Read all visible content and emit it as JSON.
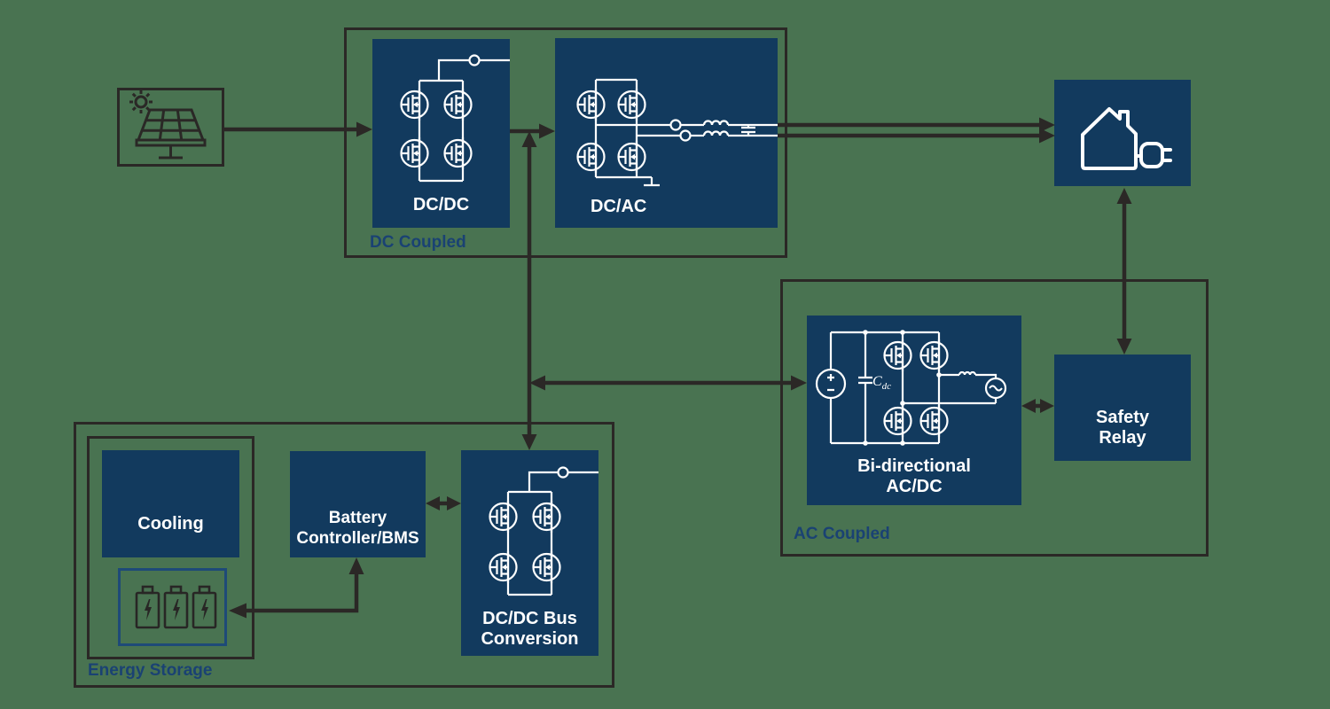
{
  "colors": {
    "background": "#497351",
    "block_fill": "#123a5e",
    "connector_line": "#2b2826",
    "group_label_text": "#1a4273",
    "block_label_text": "#ffffff",
    "circuit_stroke": "#ffffff",
    "battery_box_border": "#1e4a78",
    "icon_outline": "#2a2826"
  },
  "groups": {
    "dc_coupled": {
      "label": "DC Coupled"
    },
    "ac_coupled": {
      "label": "AC Coupled"
    },
    "energy_storage": {
      "label": "Energy Storage"
    }
  },
  "blocks": {
    "dcdc": {
      "label": "DC/DC"
    },
    "dcac": {
      "label": "DC/AC"
    },
    "bidirectional": {
      "line1": "Bi-directional",
      "line2": "AC/DC"
    },
    "safety_relay": {
      "line1": "Safety",
      "line2": "Relay"
    },
    "cooling": {
      "label": "Cooling"
    },
    "battery_controller": {
      "line1": "Battery",
      "line2": "Controller/BMS"
    },
    "bus_conversion": {
      "line1": "DC/DC Bus",
      "line2": "Conversion"
    }
  },
  "circuit_annotations": {
    "dc_link_cap_symbol": "C",
    "dc_link_cap_subscript": "dc"
  },
  "icons": {
    "solar-panel-icon": "sun with tilted PV panel outline",
    "house-plug-icon": "house outline with power plug",
    "battery-icon": "battery cell with lightning bolt (x3)",
    "mosfet-icon": "MOSFET transistor circle symbol",
    "terminal-icon": "open circle terminal",
    "inductor-icon": "coil",
    "capacitor-icon": "parallel plates",
    "dc-source-icon": "circle with plus/minus",
    "ac-source-icon": "circle with sine wave",
    "ground-icon": "ground stub"
  }
}
